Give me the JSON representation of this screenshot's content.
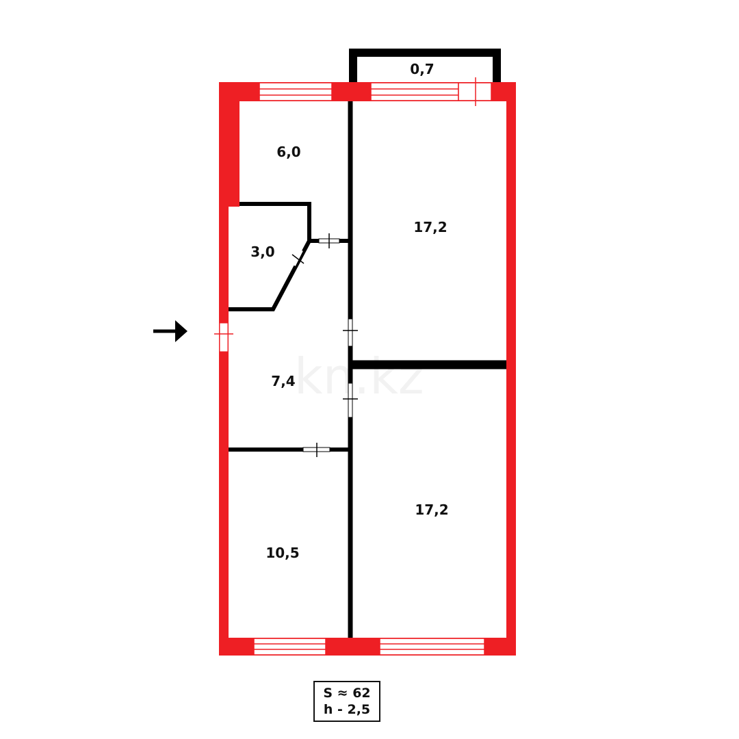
{
  "plan": {
    "watermark": "kn.kz",
    "colors": {
      "exterior_wall": "#ee1f24",
      "interior_wall": "#000000",
      "background": "#ffffff"
    },
    "rooms": [
      {
        "id": "balcony",
        "area": "0,7"
      },
      {
        "id": "storage-top-left",
        "area": "6,0"
      },
      {
        "id": "bathroom",
        "area": "3,0"
      },
      {
        "id": "hallway",
        "area": "7,4"
      },
      {
        "id": "kitchen",
        "area": "10,5"
      },
      {
        "id": "room-top-right",
        "area": "17,2"
      },
      {
        "id": "room-bottom-right",
        "area": "17,2"
      }
    ],
    "entrance_icon": "arrow-right-icon"
  },
  "summary": {
    "area_line": "S ≈ 62",
    "height_line": "h - 2,5"
  }
}
